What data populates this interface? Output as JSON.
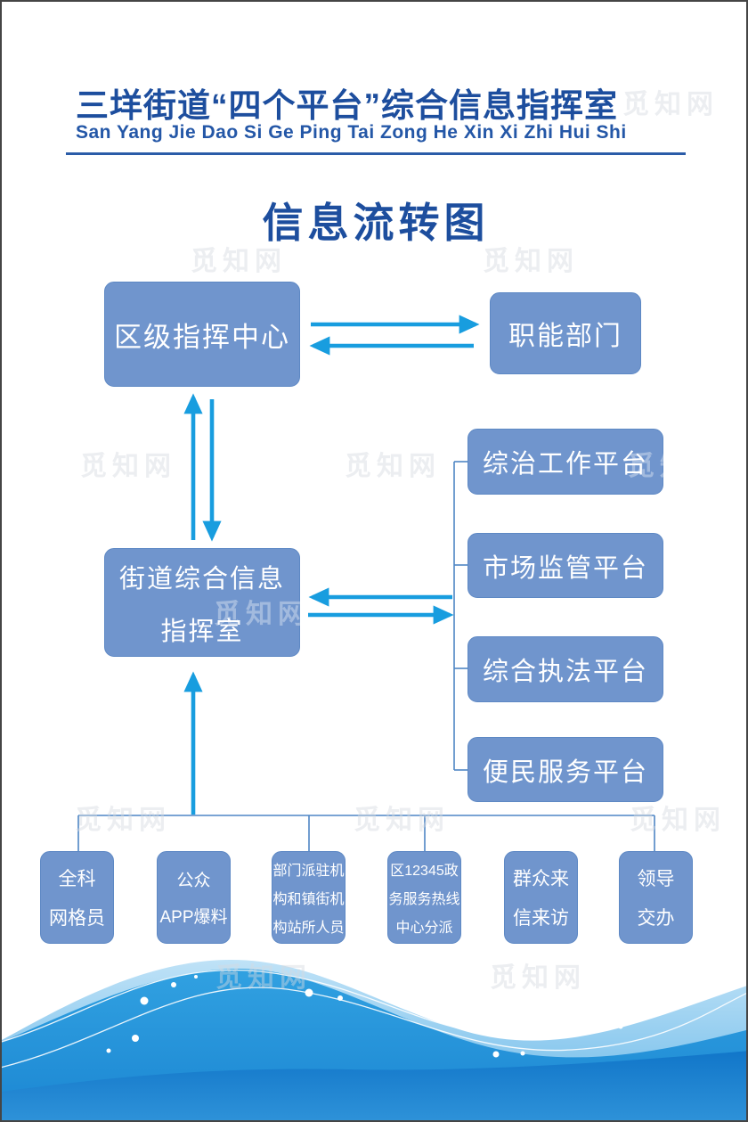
{
  "page": {
    "watermark": "觅知网"
  },
  "header": {
    "title_cn": "三垟街道“四个平台”综合信息指挥室",
    "pinyin": "San Yang Jie Dao Si Ge Ping Tai Zong He Xin Xi Zhi Hui Shi"
  },
  "diagram": {
    "title": "信息流转图",
    "nodes": {
      "district_center": "区级指挥中心",
      "functional_depts": "职能部门",
      "street_center": {
        "line1": "街道综合信息",
        "line2": "指挥室"
      },
      "platforms": [
        "综治工作平台",
        "市场监管平台",
        "综合执法平台",
        "便民服务平台"
      ],
      "sources": [
        {
          "lines": [
            "全科",
            "网格员"
          ]
        },
        {
          "lines": [
            "公众",
            "APP爆料"
          ]
        },
        {
          "lines": [
            "部门派驻机",
            "构和镇街机",
            "构站所人员"
          ]
        },
        {
          "lines": [
            "区12345政",
            "务服务热线",
            "中心分派"
          ]
        },
        {
          "lines": [
            "群众来",
            "信来访"
          ]
        },
        {
          "lines": [
            "领导",
            "交办"
          ]
        }
      ]
    }
  },
  "colors": {
    "title_text": "#1d4e9e",
    "box_fill": "#7095cd",
    "box_border": "#5d88c4",
    "arrow": "#189ddf",
    "connector": "#4e86c5",
    "header_rule": "#2b5ca8",
    "wave_deep": "#1176c9",
    "wave_mid": "#2f9fdf",
    "wave_light": "#bfe2f7"
  }
}
